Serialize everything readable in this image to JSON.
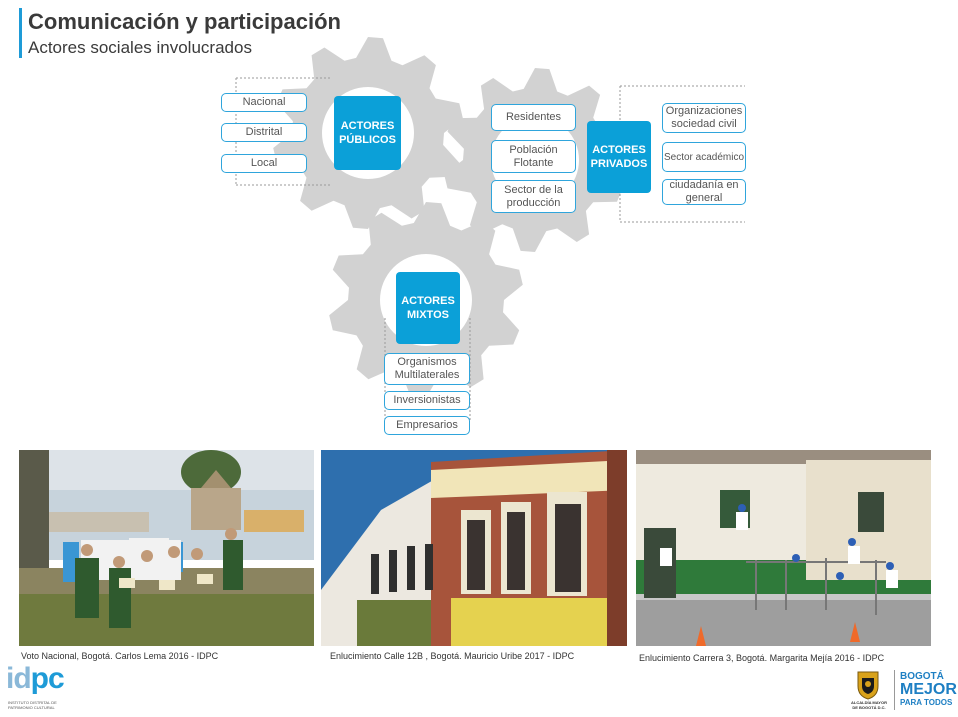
{
  "header": {
    "title": "Comunicación y participación",
    "subtitle": "Actores sociales involucrados"
  },
  "diagram": {
    "publicos": {
      "label": "ACTORES PÚBLICOS",
      "items": [
        "Nacional",
        "Distrital",
        "Local"
      ]
    },
    "privados": {
      "label": "ACTORES PRIVADOS",
      "items_left": [
        "Residentes",
        "Población Flotante",
        "Sector de la producción"
      ],
      "items_right": [
        "Organizaciones sociedad civil",
        "Sector académico",
        "ciudadanía en general"
      ]
    },
    "mixtos": {
      "label": "ACTORES MIXTOS",
      "items": [
        "Organismos Multilaterales",
        "Inversionistas",
        "Empresarios"
      ]
    }
  },
  "photos": [
    {
      "caption": "Voto Nacional, Bogotá. Carlos Lema 2016 - IDPC"
    },
    {
      "caption": "Enlucimiento Calle 12B , Bogotá. Mauricio Uribe 2017 - IDPC"
    },
    {
      "caption": "Enlucimiento Carrera 3, Bogotá. Margarita Mejía 2016 - IDPC"
    }
  ],
  "logos": {
    "idpc_main": "id",
    "idpc_accent": "pc",
    "idpc_sub1": "INSTITUTO DISTRITAL DE",
    "idpc_sub2": "PATRIMONIO CULTURAL",
    "alcaldia": "ALCALDÍA MAYOR DE BOGOTÁ D.C.",
    "bogota": "BOGOTÁ",
    "mejor": "MEJOR",
    "para_todos": "PARA TODOS"
  },
  "colors": {
    "accent": "#1e9bd7",
    "actor_fill": "#0ba0d8",
    "gear": "#d2d2d2",
    "box_border": "#2fa5dc"
  }
}
